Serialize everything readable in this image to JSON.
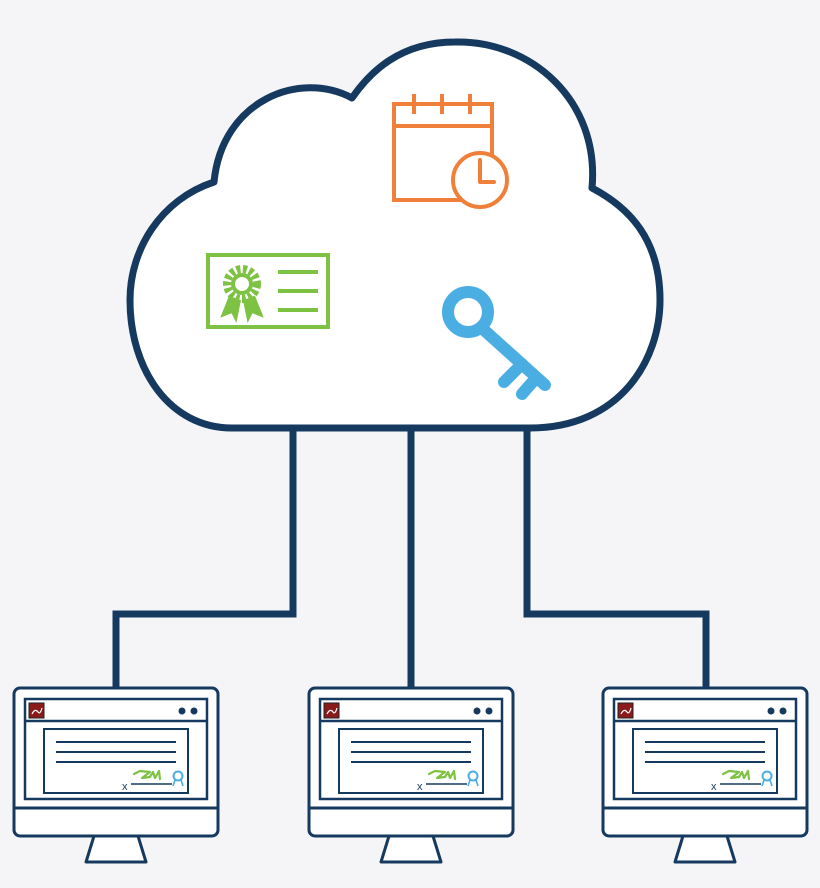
{
  "diagram": {
    "colors": {
      "background": "#f5f5f7",
      "outline": "#163a5f",
      "calendar": "#f07f3a",
      "certificate": "#7dc242",
      "key": "#4aaee3",
      "app_badge": "#8b1a1a",
      "signature": "#7dc242",
      "seal": "#4aaee3"
    },
    "cloud": {
      "icons": [
        "calendar-clock-icon",
        "certificate-icon",
        "key-icon"
      ]
    },
    "monitors": [
      {
        "id": "left",
        "sign_marker": "x"
      },
      {
        "id": "center",
        "sign_marker": "x"
      },
      {
        "id": "right",
        "sign_marker": "x"
      }
    ]
  }
}
